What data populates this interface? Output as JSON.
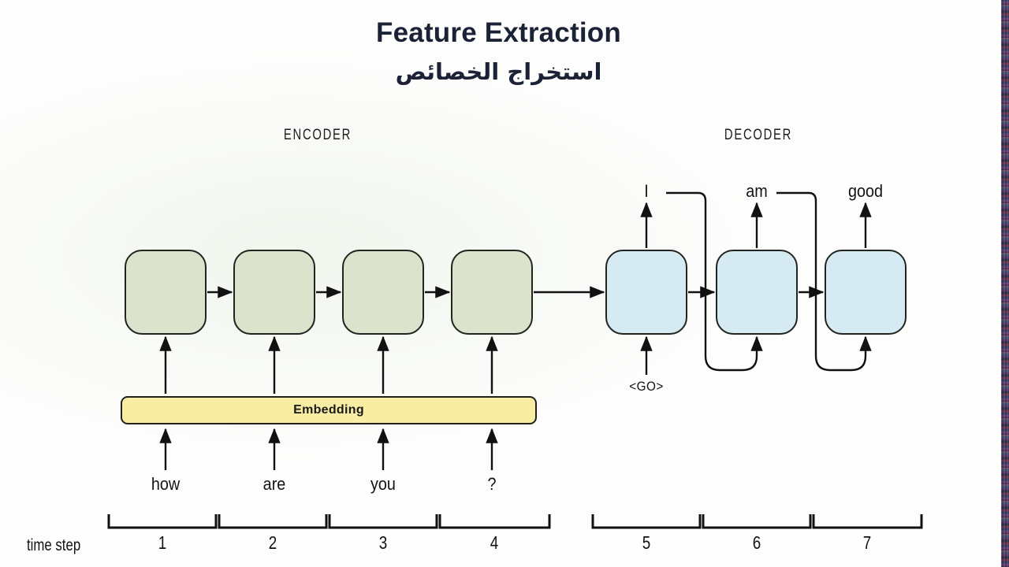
{
  "page": {
    "title": "Feature Extraction",
    "subtitle": "استخراج الخصائص",
    "background_color": "#fdfdfd"
  },
  "diagram": {
    "type": "seq2seq-encoder-decoder",
    "sections": [
      {
        "id": "encoder",
        "label": "ENCODER"
      },
      {
        "id": "decoder",
        "label": "DECODER"
      }
    ],
    "colors": {
      "encoder_cell": "#dbe3cd",
      "decoder_cell": "#d5eaf3",
      "embedding_bar": "#f9eda4",
      "stroke": "#22241f",
      "text": "#141414",
      "title": "#1b2236"
    },
    "encoder": {
      "cell_count": 4,
      "embedding_label": "Embedding",
      "input_tokens": [
        "how",
        "are",
        "you",
        "?"
      ]
    },
    "decoder": {
      "cell_count": 3,
      "input_tokens": [
        "<GO>"
      ],
      "output_tokens": [
        "I",
        "am",
        "good"
      ]
    },
    "time_steps": {
      "label": "time step",
      "encoder_steps": [
        "1",
        "2",
        "3",
        "4"
      ],
      "decoder_steps": [
        "5",
        "6",
        "7"
      ]
    }
  }
}
